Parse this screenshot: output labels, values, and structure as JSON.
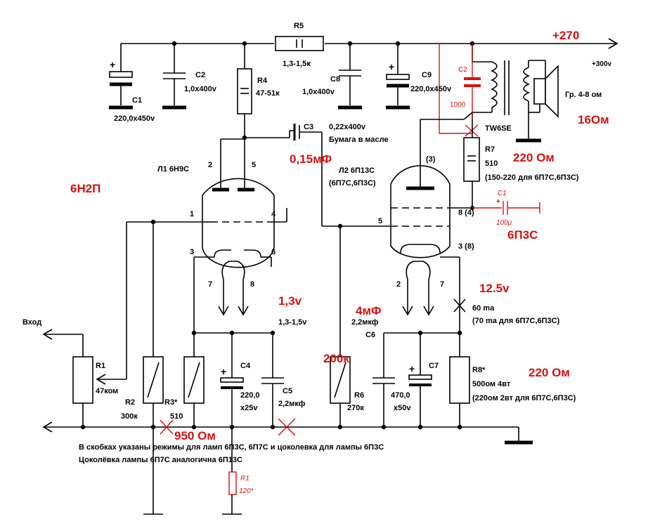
{
  "components": {
    "r5": {
      "name": "R5",
      "value": "1,3-1,5к"
    },
    "c1": {
      "name": "C1",
      "value": "220,0x450v"
    },
    "c2": {
      "name": "C2",
      "value": "1,0x400v"
    },
    "r4": {
      "name": "R4",
      "value": "47-51к"
    },
    "c8": {
      "name": "C8",
      "value": "1,0x400v"
    },
    "c9": {
      "name": "C9",
      "value": "220,0x450v"
    },
    "c3": {
      "name": "C3",
      "value": "0,22x400v",
      "note": "Бумага в масле"
    },
    "l1": {
      "name": "Л1 6Н9С",
      "pins": [
        "2",
        "5",
        "1",
        "4",
        "3",
        "6",
        "7",
        "8"
      ]
    },
    "l2": {
      "name": "Л2 6П13С",
      "alt": "(6П7С,6П3С)",
      "pins": [
        "(3)",
        "5",
        "8 (4)",
        "3 (8)",
        "2",
        "7"
      ]
    },
    "r7": {
      "name": "R7",
      "value": "510",
      "note": "(150-220 для 6П7С,6П3С)"
    },
    "tw": {
      "name": "TW6SE"
    },
    "spk": {
      "name": "Гр. 4-8 ом"
    },
    "r1": {
      "name": "R1",
      "value": "47ком"
    },
    "r2": {
      "name": "R2",
      "value": "300к"
    },
    "r3": {
      "name": "R3*",
      "value": "510"
    },
    "c4": {
      "name": "C4",
      "value": "220,0",
      "value2": "x25v"
    },
    "c5": {
      "name": "C5",
      "value": "2,2мкф"
    },
    "r6": {
      "name": "R6",
      "value": "270к"
    },
    "c6": {
      "name": "C6",
      "value": "2,2мкф"
    },
    "c7": {
      "name": "C7",
      "value": "470,0",
      "value2": "x50v"
    },
    "r8": {
      "name": "R8*",
      "value": "500ом 4вт",
      "note": "(220ом 2вт для 6П7С,6П3С)"
    },
    "cathode_v": {
      "value": "1,3-1,5v"
    },
    "anode_current": {
      "value": "60 ma",
      "note": "(70 ma для 6П7С,6П3С)"
    },
    "supply": {
      "value": "+300v"
    },
    "input": {
      "label": "Вход"
    }
  },
  "footnotes": [
    "В скобках указаны режимы для ламп 6П3С, 6П7С и цоколевка для лампы 6П3С",
    "Цоколёвка лампы 6П7С аналогична 6П13С"
  ],
  "annotations": {
    "plus270": "+270",
    "c2_red": "C2",
    "c2_red_val": "1000",
    "ohm16": "16Ом",
    "ohm220a": "220 Ом",
    "uf015": "0,15мФ",
    "n2p": "6Н2П",
    "c1_red": "C1",
    "c1_red_val": "100μ",
    "p3s": "6П3С",
    "v125": "12.5v",
    "v13": "1,3v",
    "mf4": "4мФ",
    "k200": "200к",
    "ohm220b": "220 Ом",
    "ohm950": "950 Ом",
    "r1_red": "R1",
    "r1_red_val": "120*"
  },
  "colors": {
    "ink": "#000000",
    "annotation": "#d91010"
  }
}
